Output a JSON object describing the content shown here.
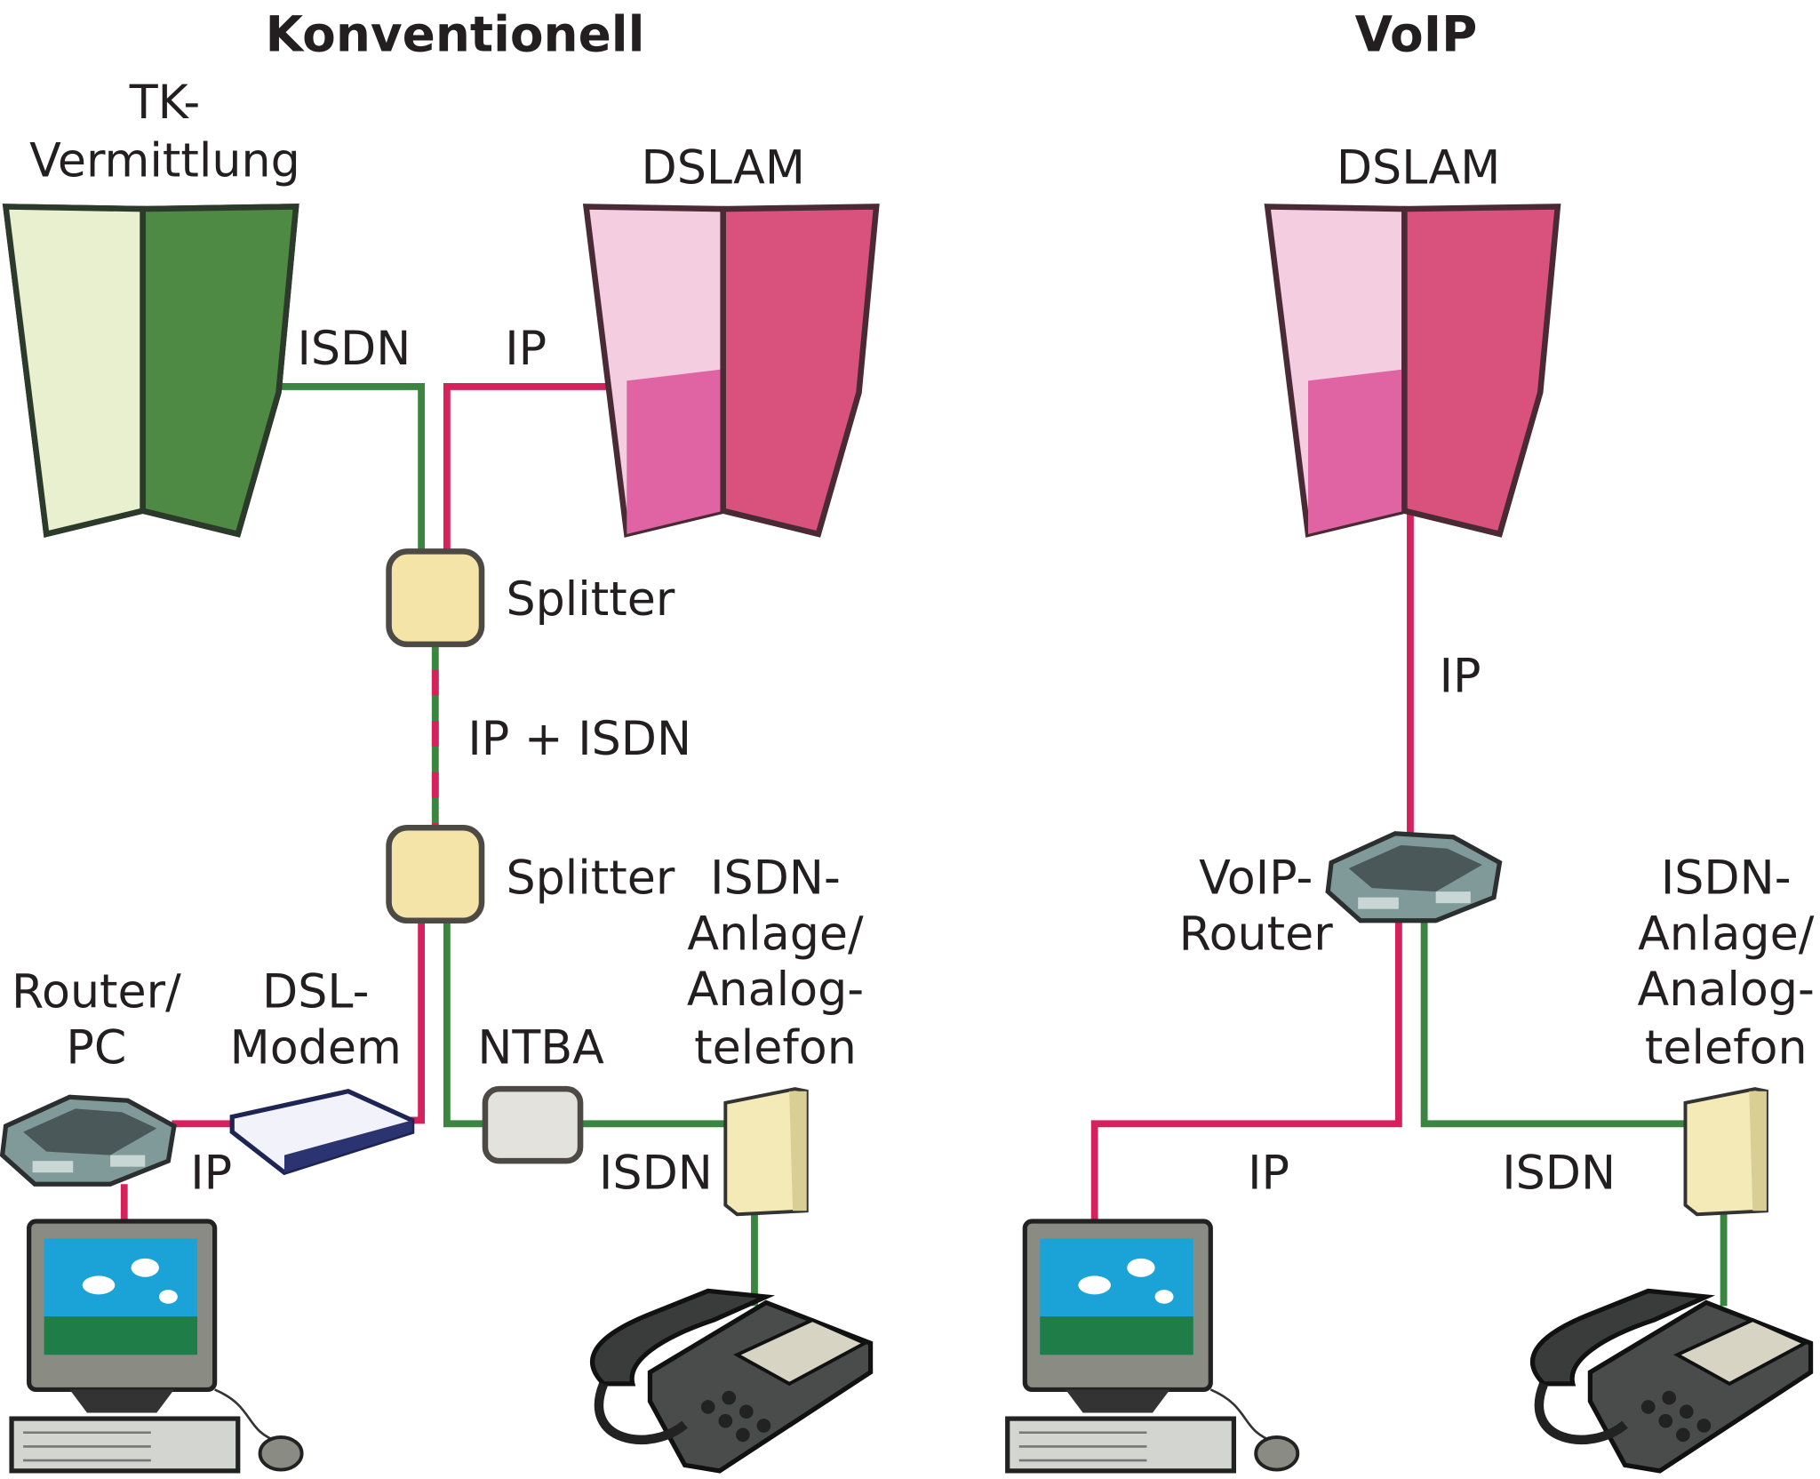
{
  "titles": {
    "left": "Konventionell",
    "right": "VoIP"
  },
  "colors": {
    "ip": "#d6225c",
    "isdn": "#3a8540",
    "splitter": "#f5e4a7",
    "tk": "#4f8a44",
    "dslam": "#d9527d"
  },
  "left": {
    "tk": [
      "TK-",
      "Vermittlung"
    ],
    "dslam": "DSLAM",
    "isdn_top": "ISDN",
    "ip_top": "IP",
    "splitter1": "Splitter",
    "combined": "IP + ISDN",
    "splitter2": "Splitter",
    "isdn_anlage": [
      "ISDN-",
      "Anlage/",
      "Analog-",
      "telefon"
    ],
    "router_pc": [
      "Router/",
      "PC"
    ],
    "dsl_modem": [
      "DSL-",
      "Modem"
    ],
    "ntba": "NTBA",
    "ip_bottom": "IP",
    "isdn_bottom": "ISDN"
  },
  "right": {
    "dslam": "DSLAM",
    "ip_mid": "IP",
    "voip_router": [
      "VoIP-",
      "Router"
    ],
    "isdn_anlage": [
      "ISDN-",
      "Anlage/",
      "Analog-",
      "telefon"
    ],
    "ip_bottom": "IP",
    "isdn_bottom": "ISDN"
  }
}
